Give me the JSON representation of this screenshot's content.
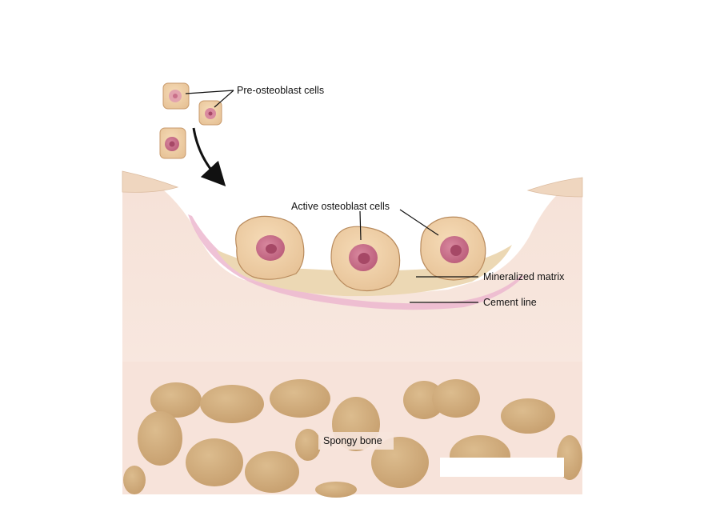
{
  "labels": {
    "pre_osteoblast": "Pre-osteoblast cells",
    "active_osteoblast": "Active osteoblast cells",
    "mineralized_matrix": "Mineralized matrix",
    "cement_line": "Cement line",
    "spongy_bone": "Spongy bone"
  },
  "colors": {
    "bone_pink": "#f8e6de",
    "matrix_tan": "#ecd8b4",
    "cement_pink": "#ecb7cf",
    "cell_body": "#efcfa4",
    "cell_edge": "#c89a6c",
    "nucleus": "#c9708a",
    "nucleolus": "#a64866",
    "marrow_space": "#d6b484",
    "arrow": "#111111"
  }
}
